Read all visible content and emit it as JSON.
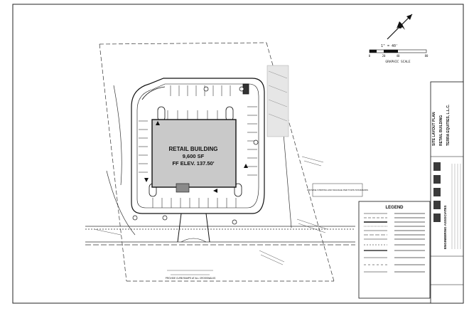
{
  "building": {
    "name": "RETAIL BUILDING",
    "area": "9,600 SF",
    "ff_elev": "FF ELEV. 137.50'"
  },
  "graphic_scale": {
    "label": "GRAPHIC SCALE",
    "unit_text": "1\" = 40'",
    "tick_labels": [
      "0",
      "20",
      "40",
      "80"
    ]
  },
  "legend": {
    "title": "LEGEND"
  },
  "title_block": {
    "sheet_title": "SITE LAYOUT PLAN",
    "project": "RETAIL BUILDING",
    "client": "TERRA EQUITIES, L.L.C.",
    "firm": "ENGINEERING ASSOCIATES"
  },
  "notes": {
    "parking_note": "PROVIDE STRIPING AND SIGNAGE PER TOWN STANDARDS",
    "bottom_note": "PROVIDE CURB RAMPS AT ALL CROSSWALKS"
  },
  "colors": {
    "building_fill": "#c9c9c9",
    "line": "#222222",
    "accent": "#5a5a5a"
  }
}
